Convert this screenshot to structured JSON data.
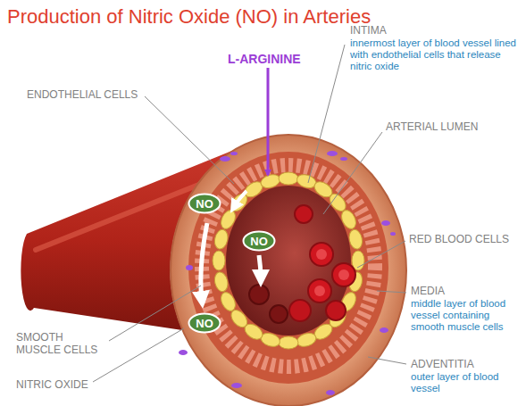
{
  "diagram": {
    "title": "Production of Nitric Oxide (NO) in Arteries",
    "nodes": [
      {
        "text": [
          "NO"
        ]
      },
      {
        "text": [
          "NO"
        ]
      },
      {
        "text": [
          "NO"
        ]
      }
    ],
    "labels": [
      "L-ARGININE",
      "INTIMA",
      "innermost layer of blood vessel lined with endothelial cells that release nitric oxide",
      "ENDOTHELIAL CELLS",
      "ARTERIAL LUMEN",
      "RED BLOOD CELLS",
      "MEDIA",
      "middle layer of blood vessel containing smooth muscle cells",
      "SMOOTH MUSCLE CELLS",
      "ADVENTITIA",
      "outer layer of blood vessel",
      "NITRIC OXIDE"
    ]
  }
}
